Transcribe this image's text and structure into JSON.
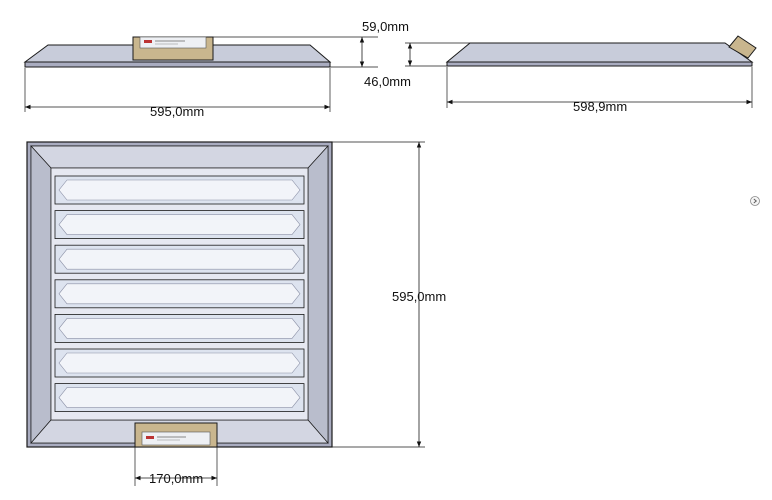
{
  "dimensions": {
    "side_width": "595,0mm",
    "top_height": "59,0mm",
    "bottom_height": "46,0mm",
    "side_width_rotated": "598,9mm",
    "front_height": "595,0mm",
    "driver_width": "170,0mm"
  },
  "colors": {
    "line": "#1a1a1a",
    "panel_frame": "#a9acc0",
    "panel_inner": "#c8ccda",
    "panel_light": "#e6e8f1",
    "driver_body": "#c9b68e",
    "driver_label": "#eef0f4",
    "tube": "#dde3ef"
  },
  "icons": {
    "side_button": "chevron-right-icon"
  },
  "tubes_count": 7
}
